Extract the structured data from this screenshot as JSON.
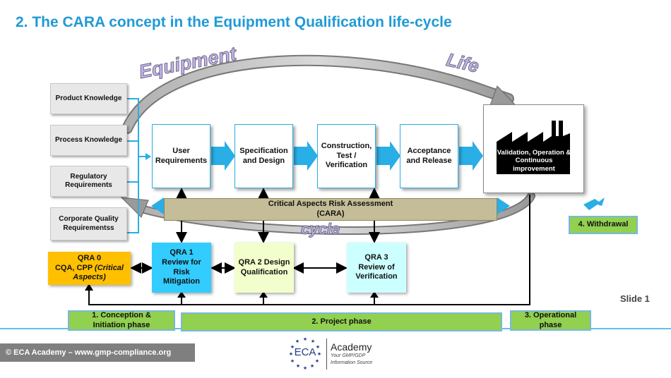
{
  "title": "2. The CARA concept in the Equipment Qualification life-cycle",
  "arc_words": {
    "equipment": "Equipment",
    "life": "Life",
    "cycle": "cycle"
  },
  "knowledge": [
    {
      "label": "Product Knowledge"
    },
    {
      "label": "Process Knowledge"
    },
    {
      "label": "Regulatory Requirements"
    },
    {
      "label": "Corporate Quality Requirementss"
    }
  ],
  "process": [
    {
      "label": "User Requirements"
    },
    {
      "label": "Specification and Design"
    },
    {
      "label": "Construction, Test / Verification"
    },
    {
      "label": "Acceptance and Release"
    }
  ],
  "validation": {
    "label": "Validation, Operation & Continuous improvement"
  },
  "cara": {
    "label": "Critical Aspects Risk Assessment (CARA)"
  },
  "qra": {
    "qra0": {
      "title": "QRA 0",
      "line1": "CQA, CPP",
      "line2": "(Critical Aspects)"
    },
    "qra1": {
      "label": "QRA 1 Review for Risk Mitigation"
    },
    "qra2": {
      "label": "QRA 2 Design Qualification"
    },
    "qra3": {
      "label": "QRA 3 Review of Verification"
    }
  },
  "withdrawal": {
    "label": "4. Withdrawal"
  },
  "phases": [
    {
      "label": "1. Conception & Initiation phase"
    },
    {
      "label": "2. Project phase"
    },
    {
      "label": "3. Operational phase"
    }
  ],
  "slide": "Slide 1",
  "footer": {
    "copyright": "© ECA Academy – www.gmp-compliance.org",
    "logo_text": "ECA",
    "brand": "Academy",
    "tagline1": "Your GMP/GDP",
    "tagline2": "Information Source"
  },
  "colors": {
    "title": "#1f9ad6",
    "arrow_blue": "#29aee6",
    "qra0": "#ffc000",
    "qra1": "#33ccff",
    "qra2": "#f2ffcc",
    "qra3": "#ccffff",
    "phase": "#92d050",
    "cara_bar": "#c4bd97"
  }
}
